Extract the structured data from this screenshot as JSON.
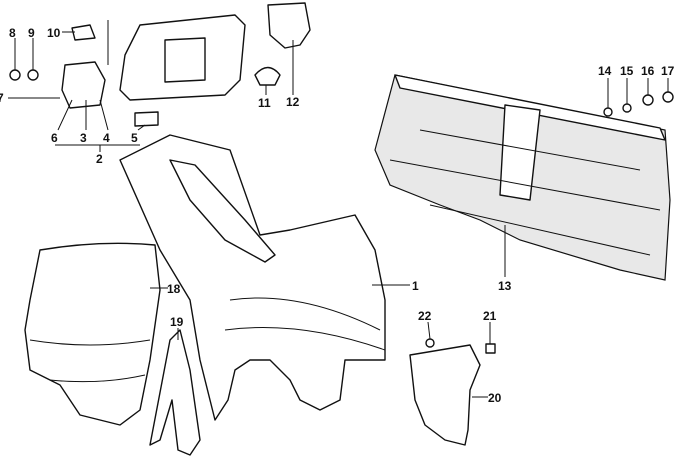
{
  "diagram": {
    "title": "Side panel / rear panel parts diagram",
    "callouts": [
      "1",
      "2",
      "3",
      "4",
      "5",
      "6",
      "7",
      "8",
      "9",
      "10",
      "11",
      "12",
      "13",
      "14",
      "15",
      "16",
      "17",
      "18",
      "19",
      "20",
      "21",
      "22"
    ]
  }
}
